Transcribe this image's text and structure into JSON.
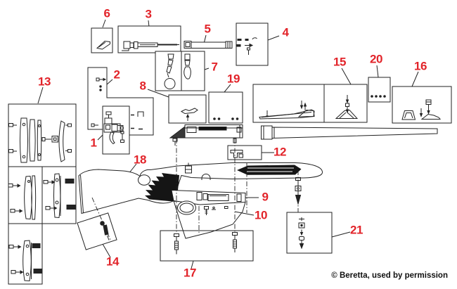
{
  "diagram": {
    "copyright": "© Beretta, used by permission",
    "callouts": [
      {
        "label": "1"
      },
      {
        "label": "2"
      },
      {
        "label": "3"
      },
      {
        "label": "4"
      },
      {
        "label": "5"
      },
      {
        "label": "6"
      },
      {
        "label": "7"
      },
      {
        "label": "8"
      },
      {
        "label": "9"
      },
      {
        "label": "10"
      },
      {
        "label": "12"
      },
      {
        "label": "13"
      },
      {
        "label": "14"
      },
      {
        "label": "15"
      },
      {
        "label": "16"
      },
      {
        "label": "17"
      },
      {
        "label": "18"
      },
      {
        "label": "19"
      },
      {
        "label": "20"
      },
      {
        "label": "21"
      }
    ]
  },
  "colors": {
    "callout_red": "#e2242a",
    "ink": "#222222",
    "checkering_fill": "#151515",
    "background": "#ffffff"
  }
}
